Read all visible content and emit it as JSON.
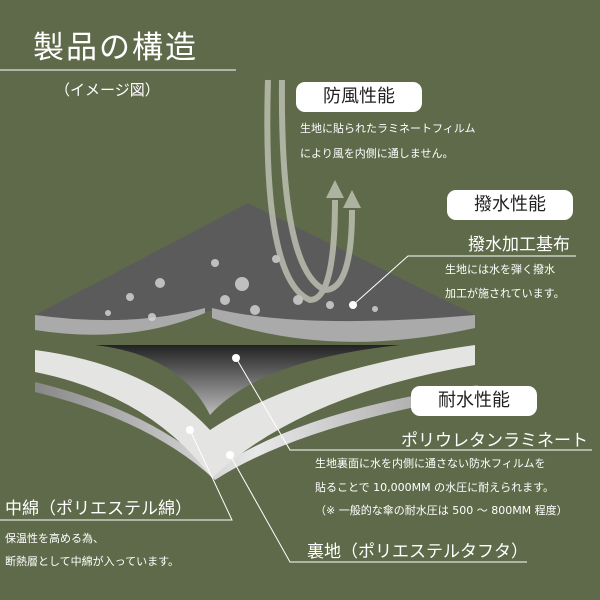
{
  "title": "製品の構造",
  "subtitle": "（イメージ図）",
  "windproof": {
    "badge": "防風性能",
    "lines": [
      "生地に貼られたラミネートフィルム",
      "により風を内側に通しません。"
    ]
  },
  "water_repellent": {
    "badge": "撥水性能",
    "heading": "撥水加工基布",
    "lines": [
      "生地には水を弾く撥水",
      "加工が施されています。"
    ]
  },
  "waterproof": {
    "badge": "耐水性能",
    "heading": "ポリウレタンラミネート",
    "lines": [
      "生地裏面に水を内側に通さない防水フィルムを",
      "貼ることで 10,000MM の水圧に耐えられます。",
      "（※ 一般的な傘の耐水圧は 500 ～ 800MM 程度）"
    ]
  },
  "padding": {
    "heading": "中綿（ポリエステル綿）",
    "lines": [
      "保温性を高める為、",
      "断熱層として中綿が入っています。"
    ]
  },
  "lining": {
    "heading": "裏地（ポリエステルタフタ）"
  },
  "colors": {
    "background": "#5f6a4a",
    "fabric": "#5a5a5a",
    "foam": "#e6e6e6"
  }
}
